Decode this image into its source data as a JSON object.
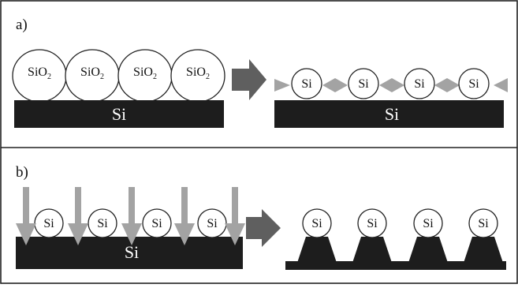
{
  "figure": {
    "colors": {
      "border": "#222222",
      "substrate": "#1d1d1d",
      "arrow": "#5f5f5f",
      "etchant": "#a3a3a3",
      "particle_fill": "#ffffff",
      "particle_stroke": "#222222"
    },
    "panel_a": {
      "label": "a)",
      "left": {
        "substrate_label": "Si",
        "particles": [
          {
            "base": "SiO",
            "sub": "2"
          },
          {
            "base": "SiO",
            "sub": "2"
          },
          {
            "base": "SiO",
            "sub": "2"
          },
          {
            "base": "SiO",
            "sub": "2"
          }
        ]
      },
      "arrow_icon": "block-arrow-right-icon",
      "right": {
        "substrate_label": "Si",
        "particles": [
          "Si",
          "Si",
          "Si",
          "Si"
        ],
        "etchant_icons": [
          "triangle-right-icon",
          "diamond-icon",
          "diamond-icon",
          "diamond-icon",
          "triangle-left-icon"
        ]
      }
    },
    "panel_b": {
      "label": "b)",
      "left": {
        "substrate_label": "Si",
        "particles": [
          "Si",
          "Si",
          "Si",
          "Si"
        ],
        "etch_arrow_icon": "arrow-down-icon",
        "etch_arrow_count": 5
      },
      "arrow_icon": "block-arrow-right-icon",
      "right": {
        "particles": [
          "Si",
          "Si",
          "Si",
          "Si"
        ],
        "pillar_icon": "trapezoid-pillar-icon"
      }
    }
  }
}
